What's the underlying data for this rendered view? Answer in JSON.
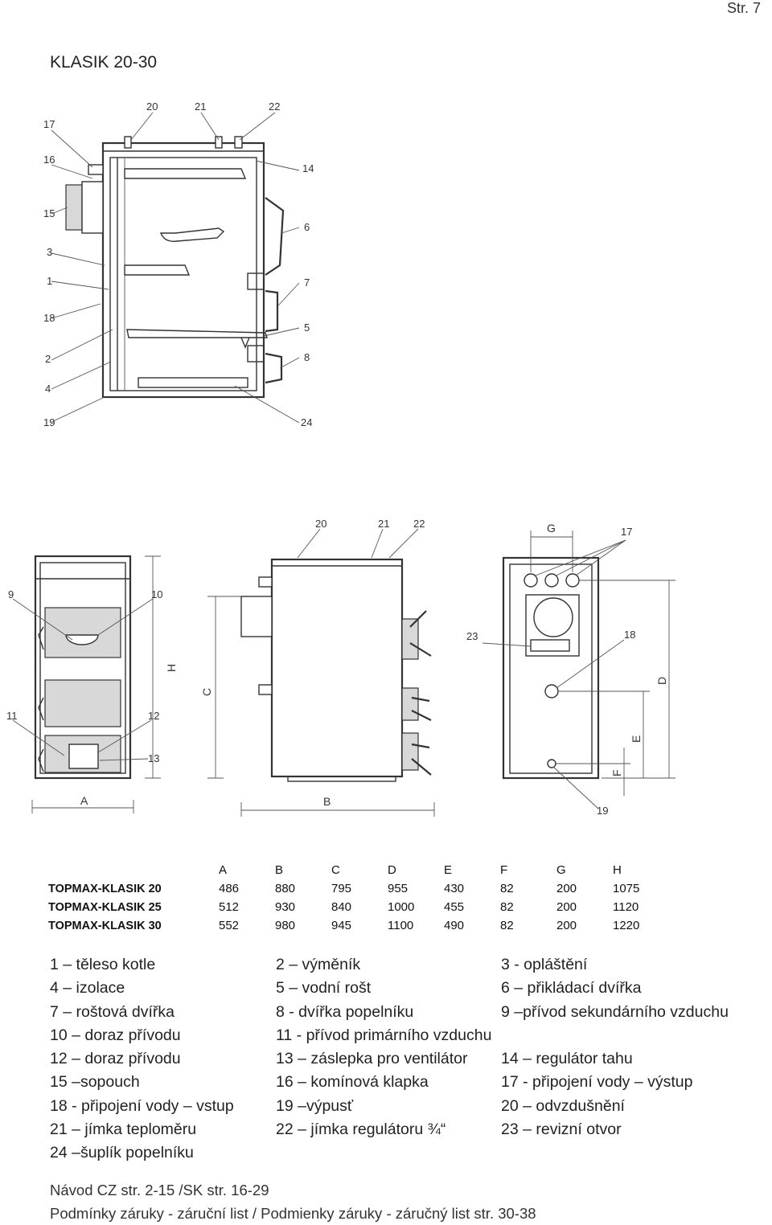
{
  "page_number": "Str. 7",
  "title": "KLASIK 20-30",
  "drawing_labels": {
    "section": [
      "20",
      "21",
      "22",
      "17",
      "16",
      "14",
      "15",
      "6",
      "3",
      "1",
      "7",
      "18",
      "5",
      "2",
      "8",
      "4",
      "19",
      "24"
    ],
    "front": [
      "9",
      "10",
      "11",
      "12",
      "13",
      "H",
      "A"
    ],
    "side": [
      "20",
      "21",
      "22",
      "C",
      "B"
    ],
    "rear": [
      "G",
      "17",
      "23",
      "18",
      "D",
      "E",
      "F",
      "19"
    ]
  },
  "dimensions_table": {
    "headers": [
      "A",
      "B",
      "C",
      "D",
      "E",
      "F",
      "G",
      "H"
    ],
    "rows": [
      {
        "model": "TOPMAX-KLASIK 20",
        "values": [
          "486",
          "880",
          "795",
          "955",
          "430",
          "82",
          "200",
          "1075"
        ]
      },
      {
        "model": "TOPMAX-KLASIK 25",
        "values": [
          "512",
          "930",
          "840",
          "1000",
          "455",
          "82",
          "200",
          "1120"
        ]
      },
      {
        "model": "TOPMAX-KLASIK 30",
        "values": [
          "552",
          "980",
          "945",
          "1100",
          "490",
          "82",
          "200",
          "1220"
        ]
      }
    ]
  },
  "legend": [
    "1 – těleso kotle",
    "2 – výměník",
    "3 - opláštění",
    "4 – izolace",
    "5 – vodní rošt",
    "6 – přikládací dvířka",
    "7 – roštová dvířka",
    "8 - dvířka popelníku",
    "9 –přívod sekundárního vzduchu",
    "10 – doraz přívodu",
    "11 - přívod primárního vzduchu",
    "12 – doraz přívodu",
    "13 – záslepka pro ventilátor",
    "14 – regulátor tahu",
    "15 –sopouch",
    "16 – komínová klapka",
    " 17 - připojení  vody – výstup",
    "18 - připojení vody – vstup",
    "19 –výpusť",
    "20 – odvzdušnění",
    "21 – jímka teploměru",
    "22 – jímka regulátoru ¾“",
    "23 – revizní otvor",
    "24 –šuplík popelníku"
  ],
  "footer": {
    "line1": "Návod CZ str. 2-15 /SK str. 16-29",
    "line2": "Podmínky záruky - záruční list / Podmienky záruky - záručný list str. 30-38"
  }
}
